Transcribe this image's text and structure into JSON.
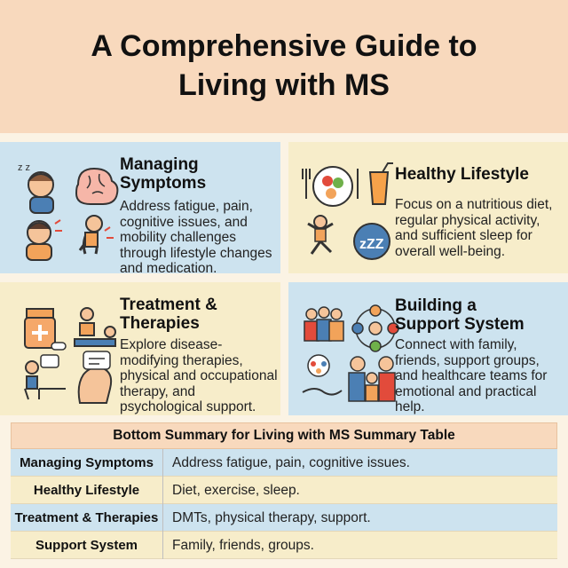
{
  "title": "A Comprehensive Guide to\nLiving with MS",
  "cards": [
    {
      "title": "Managing\nSymptoms",
      "text": "Address fatigue, pain, cognitive issues, and mobility challenges through lifestyle changes and medication.",
      "icons": [
        "sleeping-person-icon",
        "brain-icon",
        "headache-person-icon",
        "back-pain-person-icon"
      ]
    },
    {
      "title": "Healthy Lifestyle",
      "text": "Focus on a nutritious diet, regular physical activity, and sufficient sleep for overall well-being.",
      "icons": [
        "healthy-plate-icon",
        "juice-glass-icon",
        "exercise-person-icon",
        "sleep-zzz-icon"
      ]
    },
    {
      "title": "Treatment &\nTherapies",
      "text": "Explore disease-modifying therapies, physical and occupational therapy, and psychological support.",
      "icons": [
        "pill-bottle-icon",
        "physical-therapy-icon",
        "therapy-chat-icon",
        "mind-speech-icon"
      ]
    },
    {
      "title": "Building a\nSupport System",
      "text": "Connect with family, friends, support groups, and healthcare teams for emotional and practical help.",
      "icons": [
        "group-hug-icon",
        "network-circle-icon",
        "support-hands-icon",
        "family-icon"
      ]
    }
  ],
  "table": {
    "heading": "Bottom Summary for Living with MS Summary Table",
    "rows": [
      {
        "label": "Managing Symptoms",
        "value": "Address fatigue, pain, cognitive issues."
      },
      {
        "label": "Healthy Lifestyle",
        "value": "Diet, exercise, sleep."
      },
      {
        "label": "Treatment & Therapies",
        "value": "DMTs, physical therapy, support."
      },
      {
        "label": "Support System",
        "value": "Family, friends, groups."
      }
    ]
  },
  "colors": {
    "header": "#f8d9bd",
    "blue": "#cde3ef",
    "yellow": "#f7edca",
    "accent_orange": "#f2a35a",
    "accent_blue": "#4b7fb4"
  }
}
